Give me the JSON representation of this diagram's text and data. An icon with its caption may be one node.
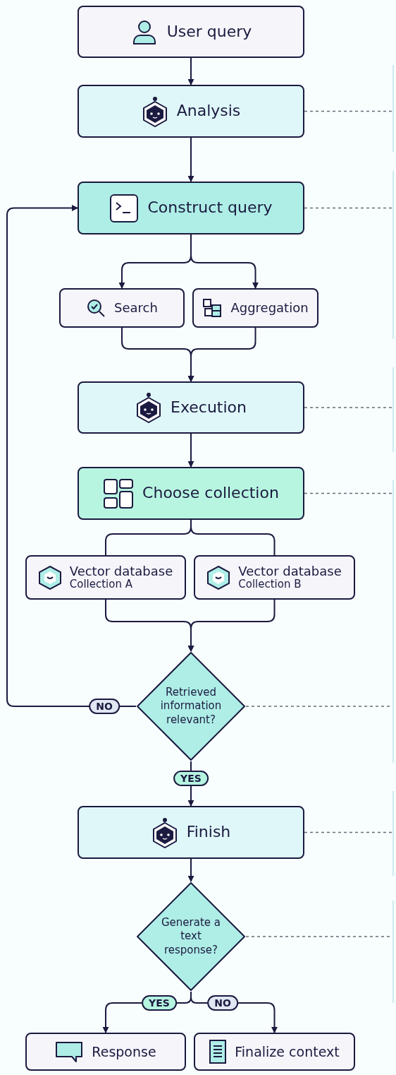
{
  "diagram": {
    "nodes": [
      {
        "text": [
          "User query"
        ]
      },
      {
        "text": [
          "Analysis"
        ]
      },
      {
        "text": [
          "Construct query"
        ]
      },
      {
        "text": [
          "Search"
        ]
      },
      {
        "text": [
          "Aggregation"
        ]
      },
      {
        "text": [
          "Execution"
        ]
      },
      {
        "text": [
          "Choose collection"
        ]
      },
      {
        "text": [
          "Vector database",
          "Collection A"
        ]
      },
      {
        "text": [
          "Vector database",
          "Collection B"
        ]
      },
      {
        "text": [
          "Retrieved information relevant?"
        ]
      },
      {
        "text": [
          "Finish"
        ]
      },
      {
        "text": [
          "Generate a text response?"
        ]
      },
      {
        "text": [
          "Response"
        ]
      },
      {
        "text": [
          "Finalize context"
        ]
      }
    ],
    "edges": [
      {
        "from": 0,
        "to": 1,
        "arrow": "to"
      },
      {
        "from": 1,
        "to": 2,
        "arrow": "to"
      },
      {
        "from": 2,
        "to": 3,
        "arrow": "to"
      },
      {
        "from": 2,
        "to": 4,
        "arrow": "to"
      },
      {
        "from": 3,
        "to": 5,
        "arrow": "to"
      },
      {
        "from": 4,
        "to": 5,
        "arrow": "to"
      },
      {
        "from": 5,
        "to": 6,
        "arrow": "to"
      },
      {
        "from": 6,
        "to": 7,
        "arrow": "none"
      },
      {
        "from": 6,
        "to": 8,
        "arrow": "none"
      },
      {
        "from": 7,
        "to": 9,
        "arrow": "to"
      },
      {
        "from": 8,
        "to": 9,
        "arrow": "to"
      },
      {
        "from": 9,
        "to": 2,
        "label": "NO",
        "arrow": "to"
      },
      {
        "from": 9,
        "to": 10,
        "label": "YES",
        "arrow": "to"
      },
      {
        "from": 10,
        "to": 11,
        "arrow": "to"
      },
      {
        "from": 11,
        "to": 12,
        "label": "YES",
        "arrow": "to"
      },
      {
        "from": 11,
        "to": 13,
        "label": "NO",
        "arrow": "to"
      },
      {
        "from": 1,
        "to": null,
        "arrow": "none",
        "style": "dashed",
        "color": "#666a77"
      },
      {
        "from": 2,
        "to": null,
        "arrow": "none",
        "style": "dashed",
        "color": "#666a77"
      },
      {
        "from": 5,
        "to": null,
        "arrow": "none",
        "style": "dashed",
        "color": "#666a77"
      },
      {
        "from": 6,
        "to": null,
        "arrow": "none",
        "style": "dashed",
        "color": "#666a77"
      },
      {
        "from": 9,
        "to": null,
        "arrow": "none",
        "style": "dashed",
        "color": "#666a77"
      },
      {
        "from": 10,
        "to": null,
        "arrow": "none",
        "style": "dashed",
        "color": "#666a77"
      },
      {
        "from": 11,
        "to": null,
        "arrow": "none",
        "style": "dashed",
        "color": "#666a77"
      }
    ]
  }
}
